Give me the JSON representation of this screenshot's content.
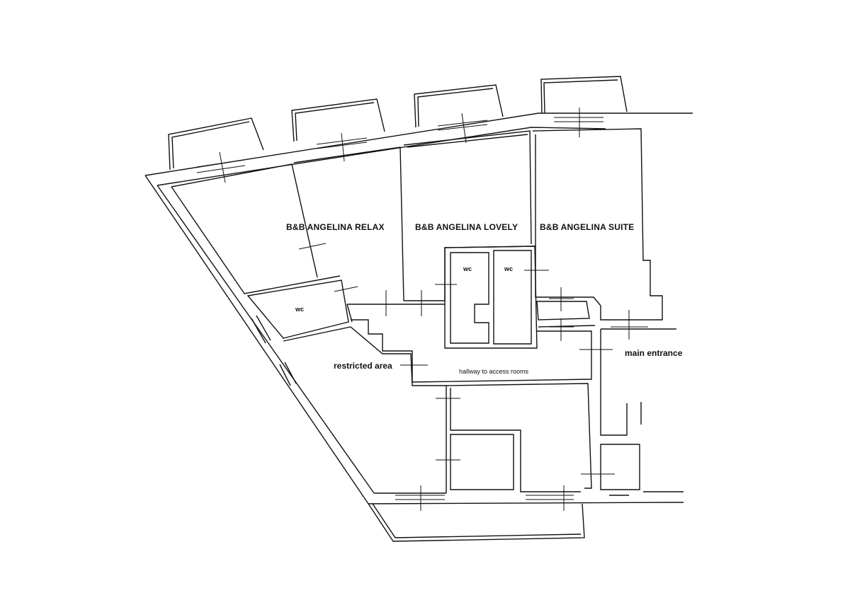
{
  "plan": {
    "rooms": {
      "relax": "B&B ANGELINA RELAX",
      "lovely": "B&B ANGELINA LOVELY",
      "suite": "B&B ANGELINA SUITE"
    },
    "wc_labels": [
      "wc",
      "wc",
      "wc"
    ],
    "restricted": "restricted area",
    "hallway": "hallway to access rooms",
    "entrance": "main entrance"
  }
}
